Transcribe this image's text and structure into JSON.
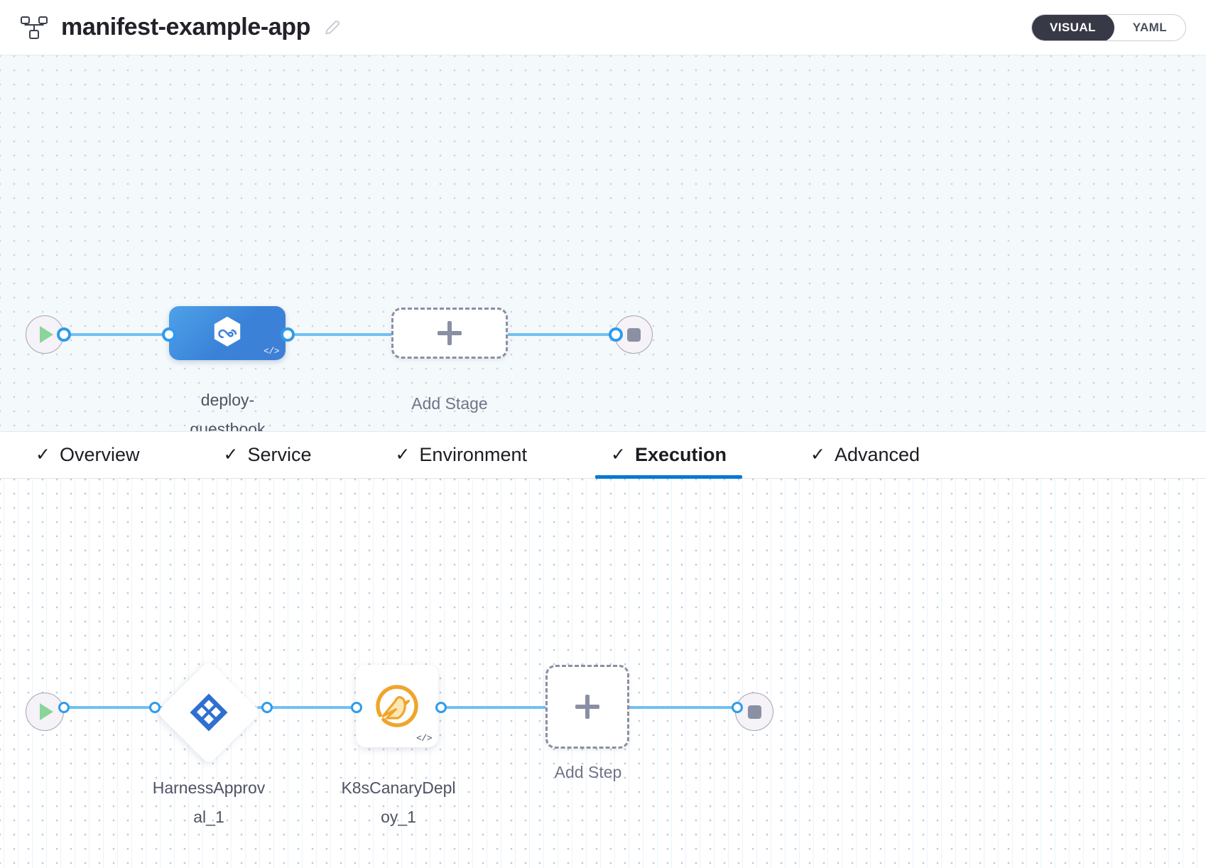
{
  "header": {
    "pipeline_icon": "pipeline-icon",
    "title": "manifest-example-app",
    "edit_icon": "pencil-edit-icon",
    "mode_toggle": {
      "active": "VISUAL",
      "options": [
        "VISUAL",
        "YAML"
      ]
    }
  },
  "stage_canvas": {
    "start_node": {
      "name": "start",
      "icon": "play-icon"
    },
    "stage": {
      "label": "deploy-\nguestbook",
      "icon": "harness-cd-hexagon-icon",
      "badge": "</>",
      "type": "Deploy",
      "color": "#3f86da"
    },
    "add_stage": {
      "label": "Add Stage",
      "icon": "plus-icon"
    },
    "end_node": {
      "name": "end",
      "icon": "stop-icon"
    }
  },
  "tabs": [
    {
      "label": "Overview",
      "check": "✓",
      "active": false
    },
    {
      "label": "Service",
      "check": "✓",
      "active": false
    },
    {
      "label": "Environment",
      "check": "✓",
      "active": false
    },
    {
      "label": "Execution",
      "check": "✓",
      "active": true
    },
    {
      "label": "Advanced",
      "check": "✓",
      "active": false
    }
  ],
  "execution_canvas": {
    "start_node": {
      "name": "start",
      "icon": "play-icon"
    },
    "steps": [
      {
        "label": "HarnessApprov\nal_1",
        "full_name": "HarnessApproval_1",
        "icon": "harness-approval-icon",
        "shape": "diamond",
        "color": "#2f6fd0"
      },
      {
        "label": "K8sCanaryDepl\noy_1",
        "full_name": "K8sCanaryDeploy_1",
        "icon": "canary-bird-icon",
        "shape": "square",
        "badge": "</>",
        "color": "#f0a429"
      }
    ],
    "add_step": {
      "label": "Add Step",
      "icon": "plus-icon"
    },
    "end_node": {
      "name": "end",
      "icon": "stop-icon"
    }
  },
  "colors": {
    "accent_blue": "#0278d5",
    "connector_blue": "#72c1f0",
    "connector_node_blue": "#2f9bec",
    "stage_blue": "#3f86da",
    "canary_orange": "#f0a429",
    "harness_blue": "#2f6fd0",
    "toggle_dark": "#383946",
    "canvas_top_bg": "#f4f9fc",
    "canvas_bottom_bg": "#ffffff",
    "label_text": "#4f5364"
  }
}
